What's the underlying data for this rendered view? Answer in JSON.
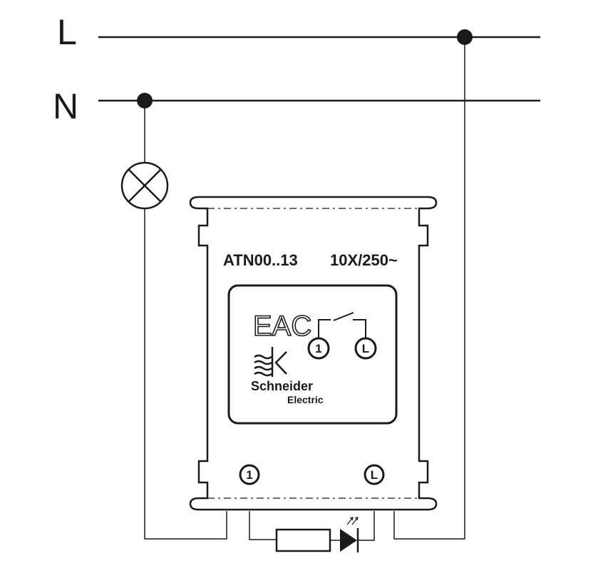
{
  "lines": {
    "live_label": "L",
    "neutral_label": "N"
  },
  "device": {
    "model": "ATN00..13",
    "rating": "10X/250~",
    "certification_mark": "EAC",
    "brand_line1": "Schneider",
    "brand_line2": "Electric",
    "symbol_terminal_1": "1",
    "symbol_terminal_L": "L",
    "terminal_1": "1",
    "terminal_L": "L"
  },
  "colors": {
    "stroke": "#1a1a1a",
    "background": "#ffffff"
  }
}
